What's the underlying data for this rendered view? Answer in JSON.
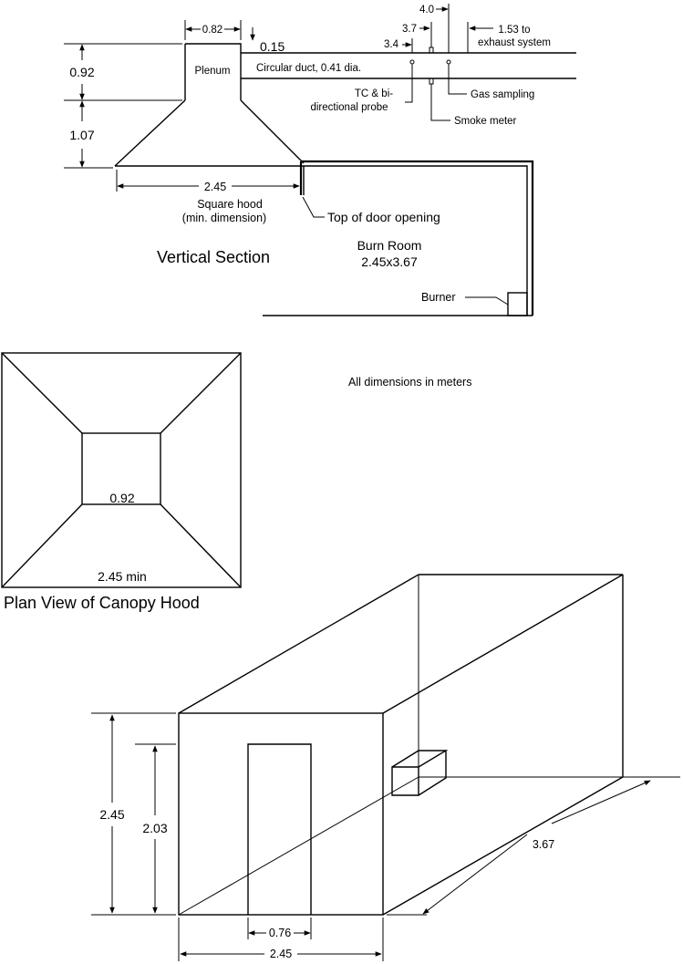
{
  "vertical_section": {
    "title": "Vertical Section",
    "dim_plenum_width": "0.82",
    "dim_plenum_height": "0.92",
    "dim_hood_height": "1.07",
    "dim_gap": "0.15",
    "plenum_label": "Plenum",
    "duct_label": "Circular duct, 0.41 dia.",
    "dim_4_0": "4.0",
    "dim_3_7": "3.7",
    "dim_3_4": "3.4",
    "exhaust_line1": "1.53 to",
    "exhaust_line2": "exhaust system",
    "tc_line1": "TC & bi-",
    "tc_line2": "directional probe",
    "gas_sampling": "Gas sampling",
    "smoke_meter": "Smoke meter",
    "hood_width": "2.45",
    "hood_line1": "Square hood",
    "hood_line2": "(min. dimension)",
    "door_top": "Top of door opening",
    "burn_room_line1": "Burn Room",
    "burn_room_line2": "2.45x3.67",
    "burner": "Burner"
  },
  "plan_view": {
    "title": "Plan View of Canopy Hood",
    "inner": "0.92",
    "outer": "2.45 min"
  },
  "note": "All dimensions in meters",
  "room_3d": {
    "height": "2.45",
    "door_height": "2.03",
    "depth": "3.67",
    "door_width": "0.76",
    "width": "2.45"
  }
}
